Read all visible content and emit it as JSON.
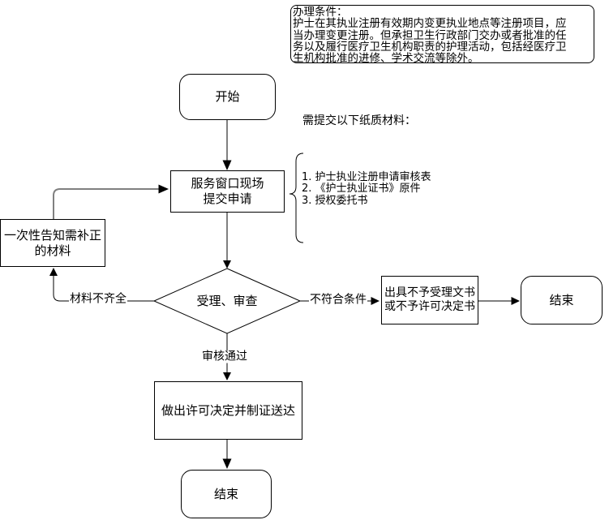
{
  "colors": {
    "background": "#ffffff",
    "shape_stroke": "#000000",
    "flow_arrow_gray": "#808080",
    "arrowhead": "#000000",
    "text": "#000000"
  },
  "condition_note": {
    "lines": [
      "办理条件：",
      "护士在其执业注册有效期内变更执业地点等注册项目，应",
      "当办理变更注册。但承担卫生行政部门交办或者批准的任",
      "务以及履行医疗卫生机构职责的护理活动，包括经医疗卫",
      "生机构批准的进修、学术交流等除外。"
    ]
  },
  "materials_note": {
    "title": "需提交以下纸质材料：",
    "items": [
      "1. 护士执业注册申请审核表",
      "2. 《护士执业证书》原件",
      "3. 授权委托书"
    ]
  },
  "nodes": {
    "start": {
      "label": "开始"
    },
    "submit": {
      "lines": [
        "服务窗口现场",
        "提交申请"
      ]
    },
    "notify": {
      "lines": [
        "一次性告知需补正",
        "的材料"
      ]
    },
    "review": {
      "label": "受理、审查"
    },
    "reject": {
      "lines": [
        "出具不予受理文书",
        "或不予许可决定书"
      ]
    },
    "end_right": {
      "label": "结束"
    },
    "approve": {
      "label": "做出许可决定并制证送达"
    },
    "end_bottom": {
      "label": "结束"
    }
  },
  "edge_labels": {
    "incomplete": "材料不齐全",
    "not_qualified": "不符合条件",
    "approved": "审核通过"
  }
}
